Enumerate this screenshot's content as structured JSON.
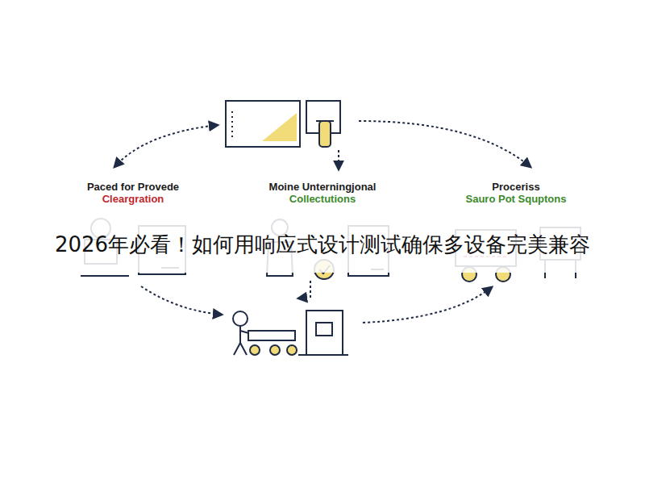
{
  "diagram": {
    "title": "2026年必看！如何用响应式设计测试确保多设备完美兼容",
    "labels": [
      "Paced for Provede",
      "Cleargration",
      "Moine Unterningjonal",
      "Collectutions",
      "Proceriss",
      "Sauro Pot Squptons"
    ]
  }
}
